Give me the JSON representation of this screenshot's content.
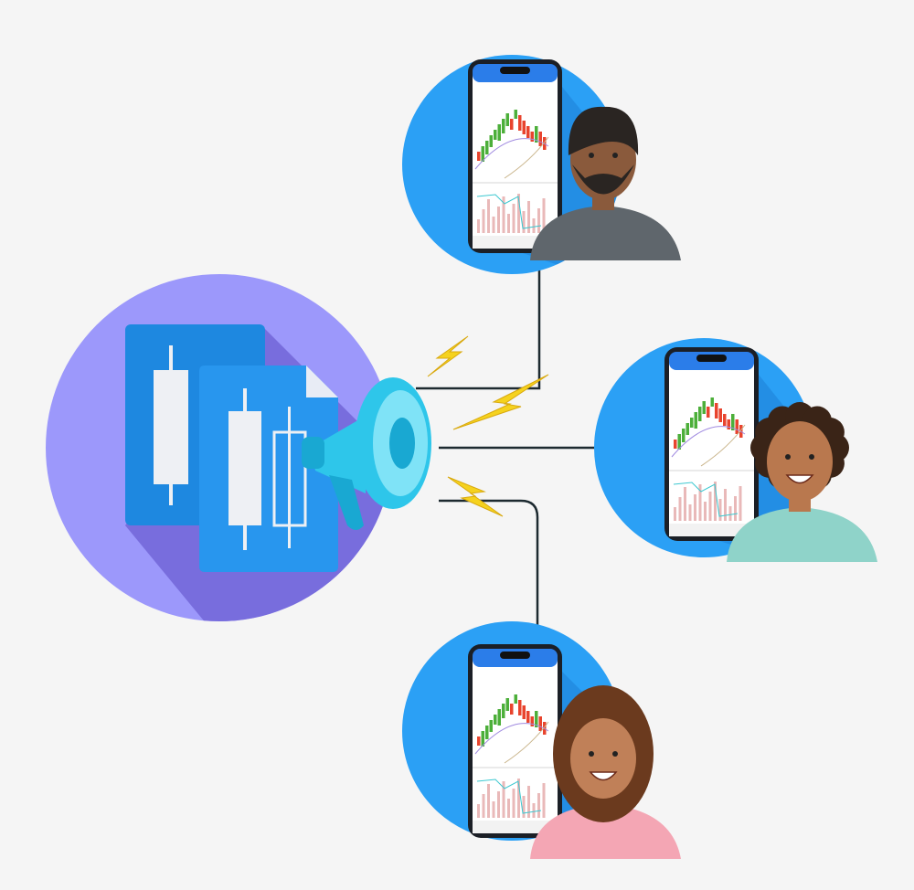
{
  "colors": {
    "background": "#f5f5f5",
    "hub_circle": "#9c98fb",
    "hub_shadow": "#6f63d6",
    "doc_back": "#1e88e0",
    "doc_front": "#2896ee",
    "candle": "#eef0f4",
    "megaphone": "#2ec6ea",
    "connector": "#1d2a30",
    "bolt": "#f5d21e",
    "recipient_circle": "#2ba0f5",
    "phone_frame": "#1b1f26",
    "phone_header": "#2b7de9",
    "bull": "#4caf3a",
    "bear": "#e8442e"
  },
  "recipients": [
    {
      "name": "recipient-top",
      "skin": "#8a5a3c",
      "hair": "#2a2522",
      "shirt": "#5f666c"
    },
    {
      "name": "recipient-right",
      "skin": "#b9784e",
      "hair": "#3a2417",
      "shirt": "#8fd3c9"
    },
    {
      "name": "recipient-bottom",
      "skin": "#c08058",
      "hair": "#6b3a1e",
      "shirt": "#f4a6b4"
    }
  ]
}
